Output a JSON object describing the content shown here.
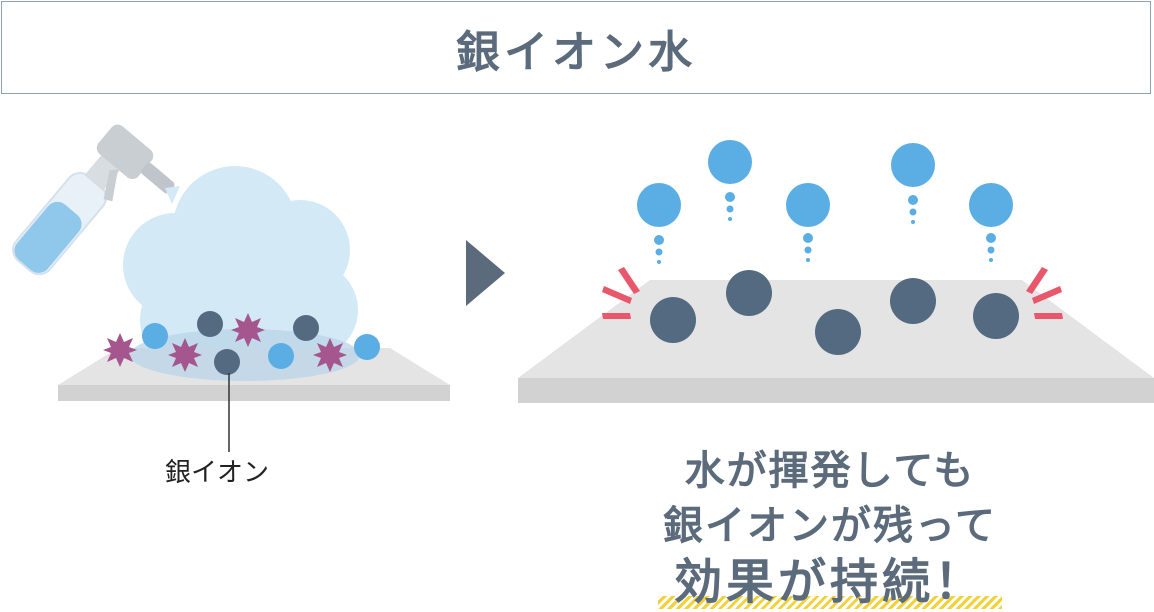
{
  "title": "銀イオン水",
  "label_silver_ion": "銀イオン",
  "caption": {
    "line1": "水が揮発しても",
    "line2": "銀イオンが残って",
    "line3": "効果が持続！"
  },
  "colors": {
    "title_text": "#5b6b7b",
    "border": "#8fa0b0",
    "water_drop": "#5aaee4",
    "silver_ion": "#546a80",
    "germ": "#a5568e",
    "surface": "#e2e2e2",
    "mist": "#cde6f5",
    "accent_red": "#e8576b",
    "underline": "#f2d23a"
  }
}
